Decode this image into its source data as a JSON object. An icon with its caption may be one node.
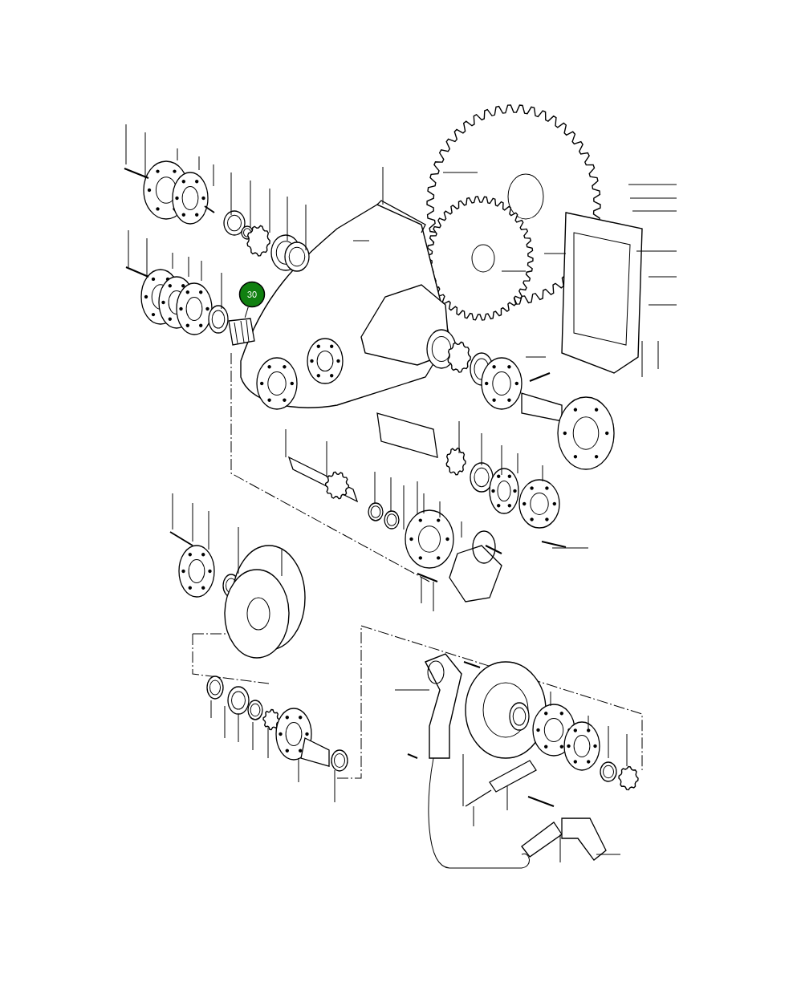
{
  "diagram": {
    "nodes": [
      {
        "text": [
          "30"
        ]
      },
      {
        "text": [],
        "shape": "picture"
      }
    ],
    "edges": [
      {
        "from": 0,
        "to": 1,
        "arrow": "none"
      }
    ]
  }
}
